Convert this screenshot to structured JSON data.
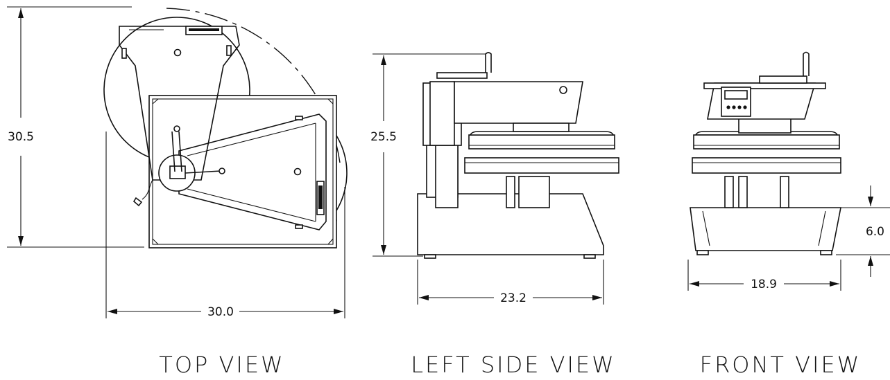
{
  "views": {
    "top": {
      "title": "TOP VIEW",
      "height_label": "30.5",
      "width_label": "30.0"
    },
    "left_side": {
      "title": "LEFT SIDE VIEW",
      "height_label": "25.5",
      "width_label": "23.2"
    },
    "front": {
      "title": "FRONT VIEW",
      "width_label": "18.9",
      "base_height_label": "6.0"
    }
  }
}
